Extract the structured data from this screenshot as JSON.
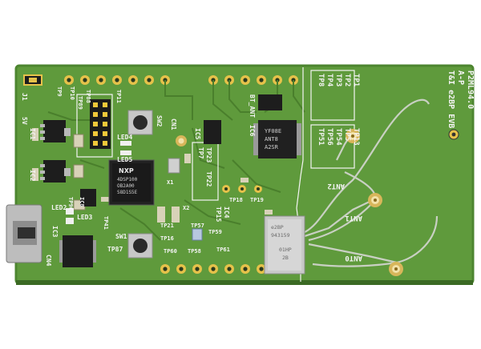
{
  "board": {
    "colors": {
      "pcb": "#5f9a3c",
      "pcb_edge": "#4d8530",
      "trace": "#4a7f2c",
      "silk": "#f4f4f4",
      "pad": "#e6c24a",
      "chip": "#1d1d1d",
      "shield": "#c9c9c9"
    },
    "labels": {
      "tp_stack_top": [
        "TP8",
        "TP4",
        "TP3",
        "TP2",
        "TP1"
      ],
      "tp_stack_mid": [
        "TP51",
        "TP56",
        "TP54",
        "TP5",
        "TP13"
      ],
      "pn": "P2ML94.0",
      "model": "T&I e2BP EVB",
      "rev": "A-P",
      "ant1": "ANT1",
      "ant2": "ANT2",
      "ant0": "ANT0",
      "bt_ant": "BT_ANT",
      "ic6": "IC6",
      "ic5": "IC5",
      "ic4": "IC4",
      "tp7": "TP7",
      "tp23": "TP23",
      "tp22": "TP22",
      "tp15": "TP15",
      "tp18": "TP18",
      "tp19": "TP19",
      "tp58": "TP58",
      "tp21": "TP21",
      "tp57": "TP57",
      "tp59": "TP59",
      "tp60": "TP60",
      "tp61": "TP61",
      "tp16": "TP16",
      "tp87": "TP87",
      "tp88": "TP88",
      "tp89": "TP89",
      "tp90": "TP90",
      "tp9": "TP9",
      "tp10": "TP10",
      "tp11": "TP11",
      "tp41": "TP41",
      "led4": "LED4",
      "led5": "LED5",
      "led2": "LED2",
      "led3": "LED3",
      "ic1": "IC1",
      "ic2": "IC2",
      "ic3": "IC3",
      "ic8": "IC8",
      "cn1": "CN1",
      "cn4": "CN4",
      "sw2": "SW2",
      "sw1": "SW1",
      "x1": "X1",
      "x2": "X2",
      "j1": "J1",
      "v5": "5V",
      "nxp": "NXP",
      "nxp_lines": [
        "4DSP100",
        "OB2A00",
        "S8D1S5E"
      ],
      "ti_lines": [
        "YF08E",
        "ANT8",
        "A2SR"
      ],
      "shield_lines": [
        "e2BP",
        "943159",
        "01HP",
        "2B"
      ]
    }
  }
}
